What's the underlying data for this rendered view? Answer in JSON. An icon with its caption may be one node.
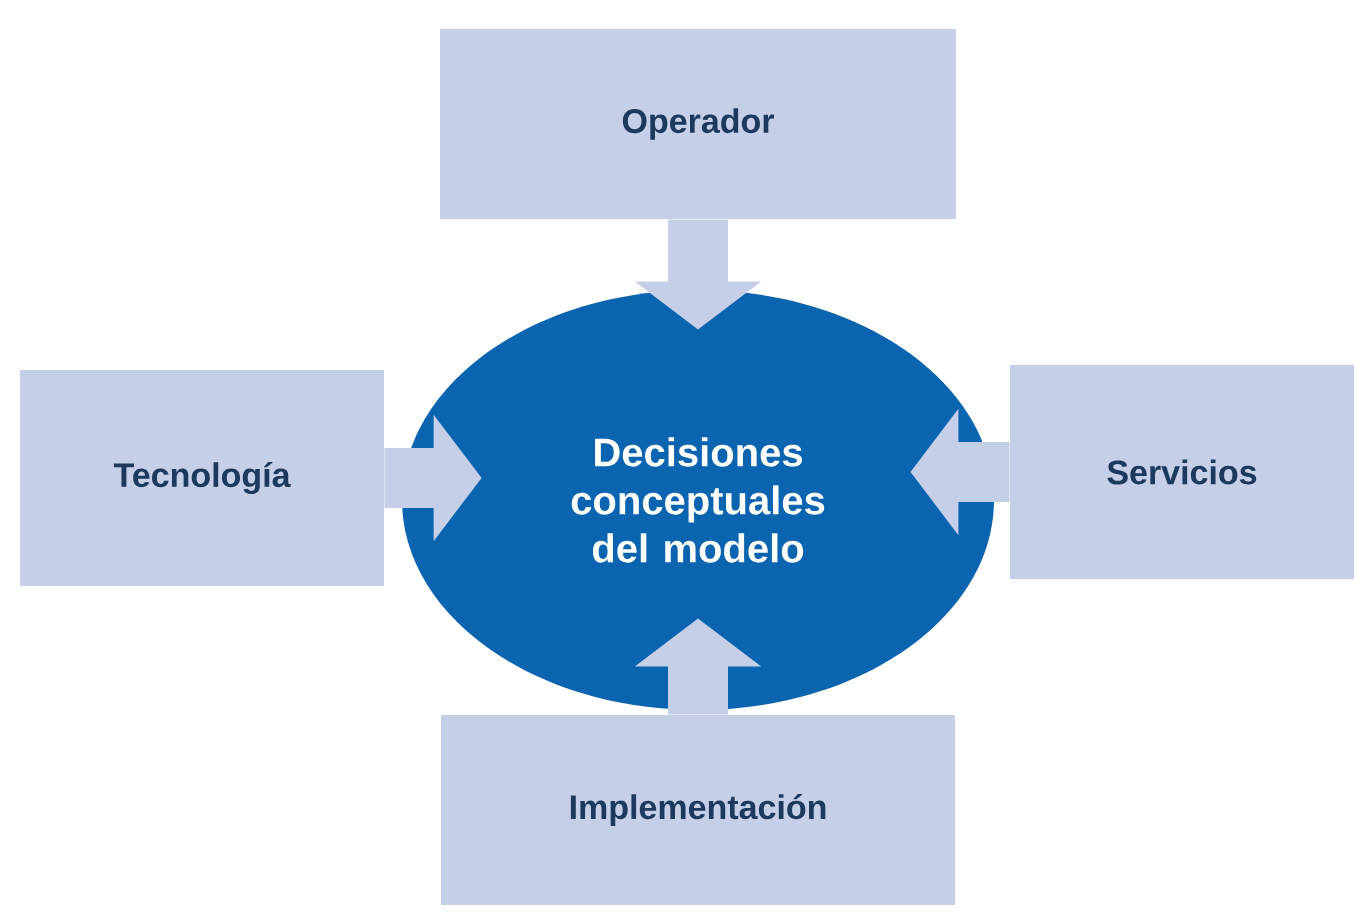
{
  "diagram": {
    "nodes": [
      {
        "text": [
          "Operador"
        ]
      },
      {
        "text": [
          "Tecnología"
        ]
      },
      {
        "text": [
          "Decisiones conceptuales del modelo"
        ]
      },
      {
        "text": [
          "Servicios"
        ]
      },
      {
        "text": [
          "Implementación"
        ]
      }
    ],
    "edges": [
      {
        "from": 0,
        "to": 2,
        "arrow": "to"
      },
      {
        "from": 1,
        "to": 2,
        "arrow": "to"
      },
      {
        "from": 3,
        "to": 2,
        "arrow": "to"
      },
      {
        "from": 4,
        "to": 2,
        "arrow": "to"
      }
    ]
  }
}
